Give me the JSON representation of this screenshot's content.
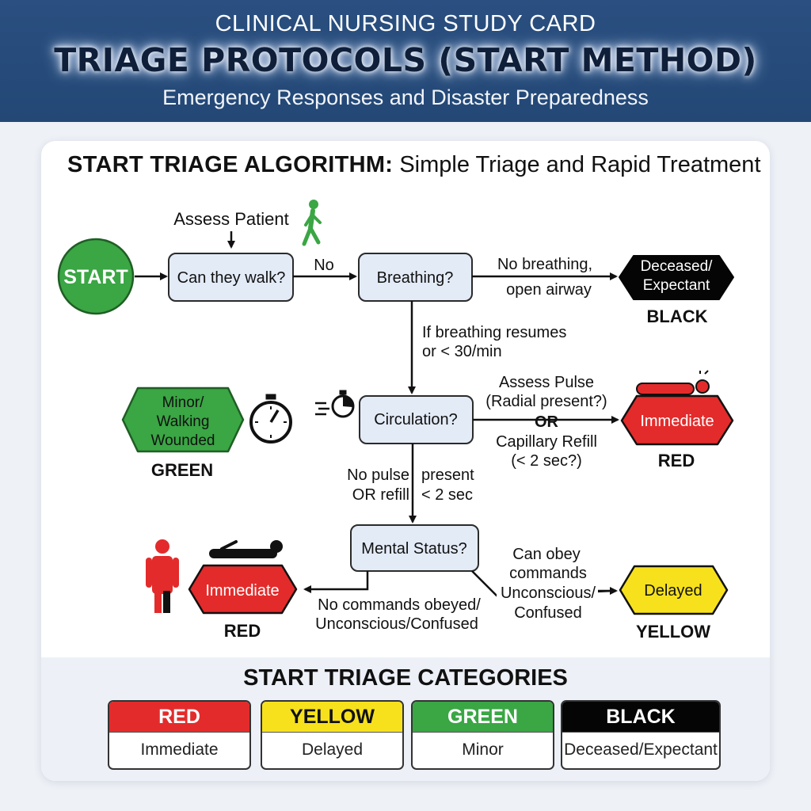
{
  "header": {
    "kicker": "CLINICAL NURSING STUDY CARD",
    "title": "TRIAGE PROTOCOLS (START METHOD)",
    "subtitle": "Emergency Responses and Disaster Preparedness"
  },
  "algorithm": {
    "title_bold": "START TRIAGE ALGORITHM:",
    "title_rest": "Simple Triage and Rapid Treatment",
    "start": "START",
    "assess_patient": "Assess Patient",
    "q_walk": "Can they walk?",
    "no": "No",
    "q_breathing": "Breathing?",
    "no_breathing_1": "No breathing,",
    "no_breathing_2": "open airway",
    "deceased_1": "Deceased/",
    "deceased_2": "Expectant",
    "black": "BLACK",
    "resumes_1": "If breathing resumes",
    "resumes_2": "or < 30/min",
    "minor_1": "Minor/",
    "minor_2": "Walking",
    "minor_3": "Wounded",
    "green": "GREEN",
    "q_circulation": "Circulation?",
    "pulse_1": "Assess Pulse",
    "pulse_2": "(Radial present?)",
    "pulse_or": "OR",
    "pulse_3": "Capillary Refill",
    "pulse_4": "(< 2 sec?)",
    "immediate": "Immediate",
    "red": "RED",
    "nopulse_a": "No pulse",
    "nopulse_b": "present",
    "nopulse_c": "OR refill",
    "nopulse_d": "< 2 sec",
    "q_mental": "Mental Status?",
    "obey_1": "Can obey",
    "obey_2": "commands",
    "obey_3": "Unconscious/",
    "obey_4": "Confused",
    "delayed": "Delayed",
    "yellow": "YELLOW",
    "nocmd_1": "No commands obeyed/",
    "nocmd_2": "Unconscious/Confused"
  },
  "categories": {
    "title": "START TRIAGE CATEGORIES",
    "items": [
      {
        "color": "RED",
        "label": "Immediate",
        "bg": "#e32b2b",
        "fg": "#ffffff"
      },
      {
        "color": "YELLOW",
        "label": "Delayed",
        "bg": "#f7e11d",
        "fg": "#111111"
      },
      {
        "color": "GREEN",
        "label": "Minor",
        "bg": "#3aa644",
        "fg": "#ffffff"
      },
      {
        "color": "BLACK",
        "label": "Deceased/Expectant",
        "bg": "#050505",
        "fg": "#ffffff"
      }
    ]
  },
  "colors": {
    "red": "#e32b2b",
    "yellow": "#f7e11d",
    "green": "#3aa644",
    "black": "#050505",
    "box_fill": "#e3ebf7",
    "header_bg": "#234876"
  }
}
